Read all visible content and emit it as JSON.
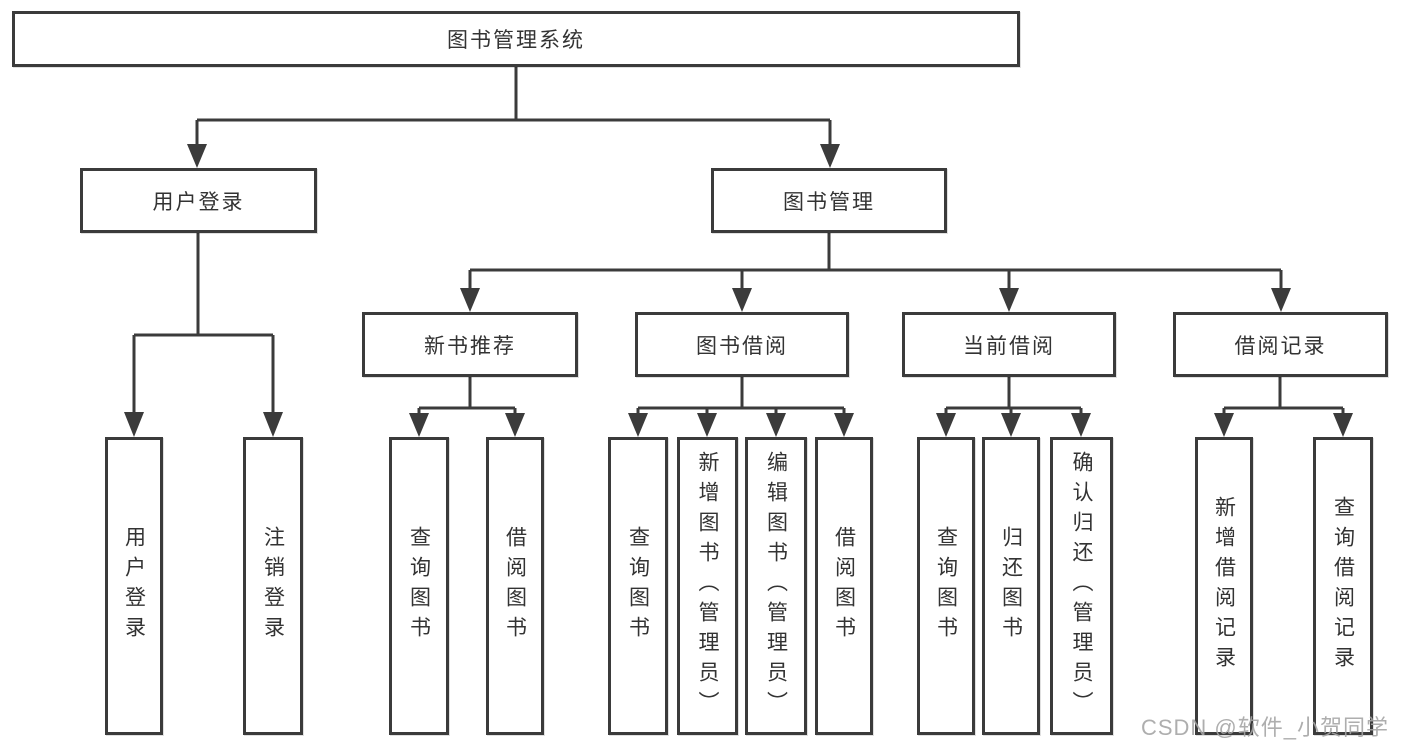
{
  "diagram": {
    "title": "图书管理系统",
    "tree": {
      "label": "图书管理系统",
      "children": [
        {
          "label": "用户登录",
          "children": [
            {
              "label": "用户登录"
            },
            {
              "label": "注销登录"
            }
          ]
        },
        {
          "label": "图书管理",
          "children": [
            {
              "label": "新书推荐",
              "children": [
                {
                  "label": "查询图书"
                },
                {
                  "label": "借阅图书"
                }
              ]
            },
            {
              "label": "图书借阅",
              "children": [
                {
                  "label": "查询图书"
                },
                {
                  "label": "新增图书（管理员）"
                },
                {
                  "label": "编辑图书（管理员）"
                },
                {
                  "label": "借阅图书"
                }
              ]
            },
            {
              "label": "当前借阅",
              "children": [
                {
                  "label": "查询图书"
                },
                {
                  "label": "归还图书"
                },
                {
                  "label": "确认归还（管理员）"
                }
              ]
            },
            {
              "label": "借阅记录",
              "children": [
                {
                  "label": "新增借阅记录"
                },
                {
                  "label": "查询借阅记录"
                }
              ]
            }
          ]
        }
      ]
    }
  },
  "watermark": "CSDN @软件_小贺同学",
  "colors": {
    "line": "#3b3b3b",
    "text": "#333333",
    "box_background": "#ffffff",
    "watermark": "#a5a5a5",
    "background": "#ffffff"
  }
}
